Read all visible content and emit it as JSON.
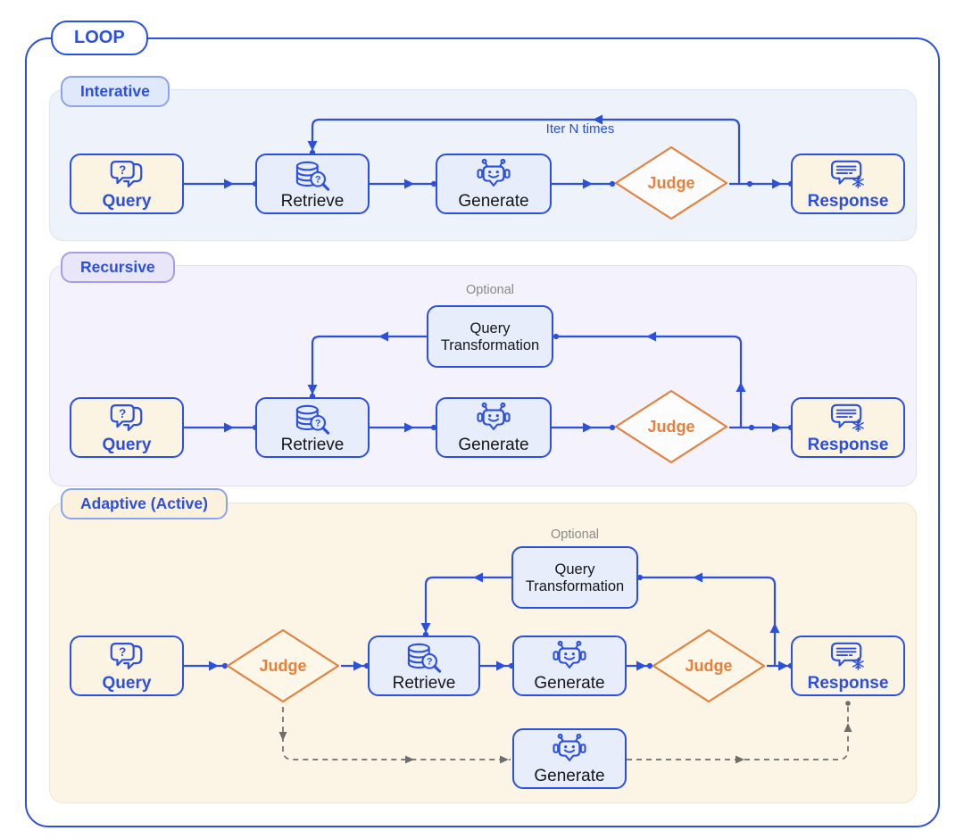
{
  "title": "LOOP",
  "annotations": {
    "iterate_note": "Iter N times",
    "optional": "Optional"
  },
  "node_labels": {
    "query": "Query",
    "retrieve": "Retrieve",
    "generate": "Generate",
    "judge": "Judge",
    "response": "Response",
    "query_transformation_line1": "Query",
    "query_transformation_line2": "Transformation"
  },
  "sections": [
    {
      "label": "Interative",
      "flow": [
        "Query",
        "Retrieve",
        "Generate",
        "Judge",
        "Response"
      ],
      "loop_edge": "Judge back to Retrieve",
      "loop_note": "Iter N times"
    },
    {
      "label": "Recursive",
      "flow": [
        "Query",
        "Retrieve",
        "Generate",
        "Judge",
        "Response"
      ],
      "loop_edge": "Judge back to Retrieve via Query Transformation",
      "optional_node": "Query Transformation"
    },
    {
      "label": "Adaptive (Active)",
      "flow": [
        "Query",
        "Judge",
        "Retrieve",
        "Generate",
        "Judge",
        "Response"
      ],
      "loop_edge": "Second Judge back to Retrieve via Query Transformation",
      "optional_node": "Query Transformation",
      "dashed_edge": "First Judge to bottom Generate to Response"
    }
  ],
  "colors": {
    "primary_blue": "#2B50DF",
    "judge_orange": "#E2823D",
    "node_blue_fill": "#E7EDFA",
    "node_cream_fill": "#FCF4E2",
    "section_iterative_bg": "#EEF2FB",
    "section_recursive_bg": "#F4F2FC",
    "section_adaptive_bg": "#FCF4E5",
    "dashed_gray": "#6E6E6E"
  }
}
